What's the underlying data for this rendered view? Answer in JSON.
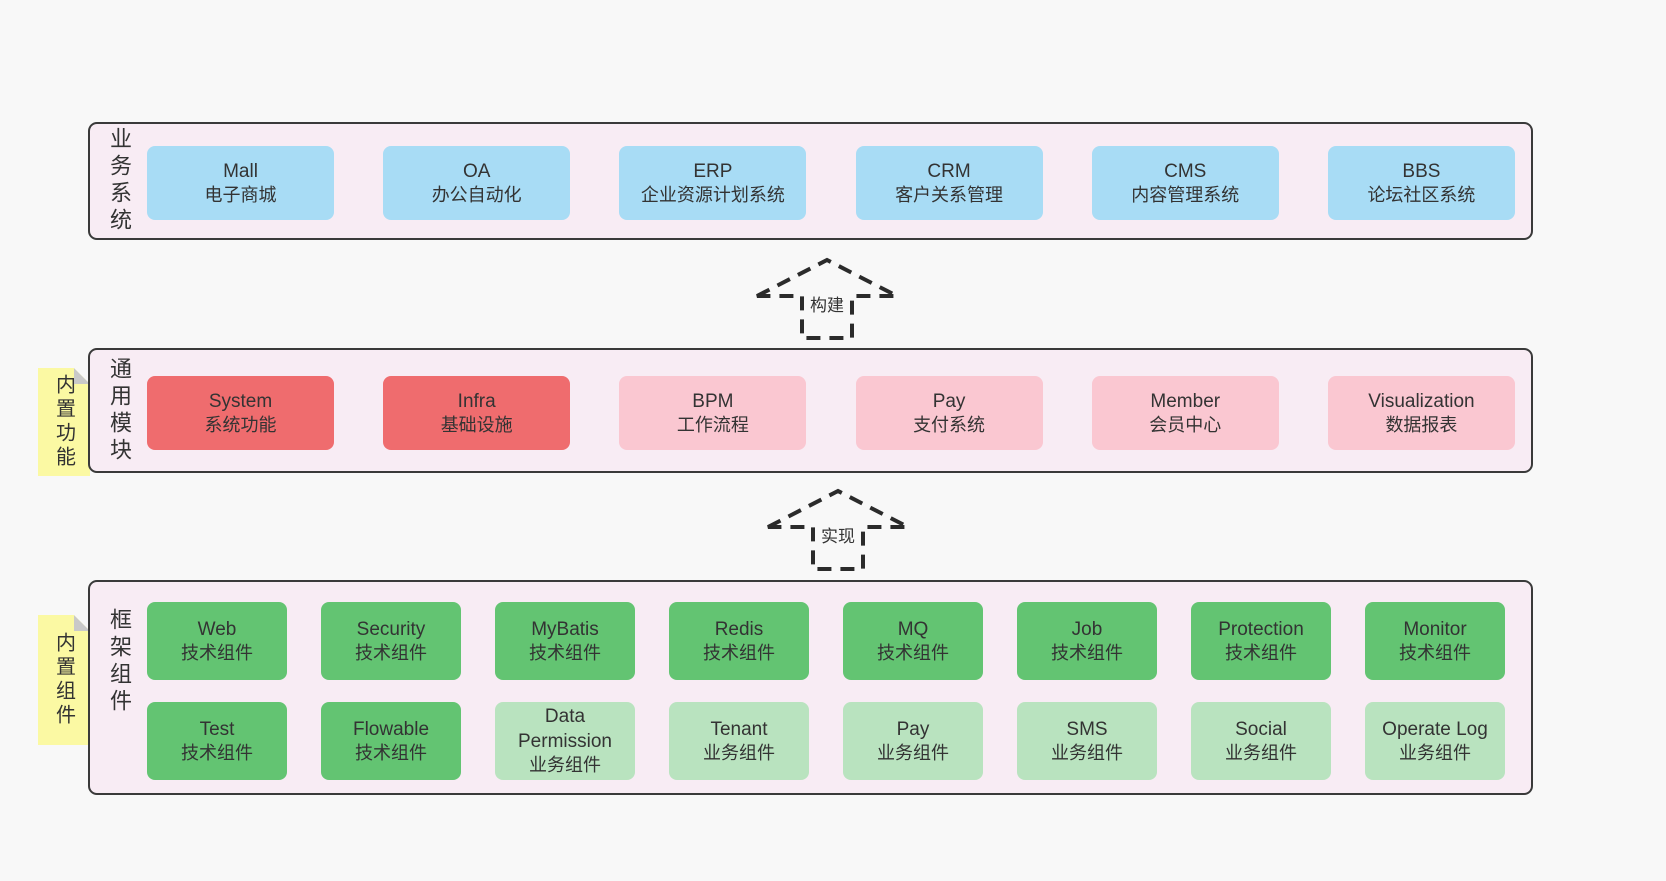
{
  "colors": {
    "page_bg": "#f8f8f8",
    "panel_bg": "#f8ecf4",
    "panel_border": "#3a3a3a",
    "blue": "#a8dcf5",
    "red": "#ef6c6e",
    "pink": "#fac7d1",
    "green": "#63c472",
    "light_green": "#b9e3bf",
    "yellow": "#fbf9a3",
    "fold": "#c9c9c9",
    "text": "#333333",
    "arrow": "#2b2b2b"
  },
  "sections": [
    {
      "label": "业务系统",
      "rows": [
        [
          {
            "title": "Mall",
            "subtitle": "电子商城"
          },
          {
            "title": "OA",
            "subtitle": "办公自动化"
          },
          {
            "title": "ERP",
            "subtitle": "企业资源计划系统"
          },
          {
            "title": "CRM",
            "subtitle": "客户关系管理"
          },
          {
            "title": "CMS",
            "subtitle": "内容管理系统"
          },
          {
            "title": "BBS",
            "subtitle": "论坛社区系统"
          }
        ]
      ]
    },
    {
      "label": "通用模块",
      "sticky": "内置功能",
      "rows": [
        [
          {
            "title": "System",
            "subtitle": "系统功能"
          },
          {
            "title": "Infra",
            "subtitle": "基础设施"
          },
          {
            "title": "BPM",
            "subtitle": "工作流程"
          },
          {
            "title": "Pay",
            "subtitle": "支付系统"
          },
          {
            "title": "Member",
            "subtitle": "会员中心"
          },
          {
            "title": "Visualization",
            "subtitle": "数据报表"
          }
        ]
      ]
    },
    {
      "label": "框架组件",
      "sticky": "内置组件",
      "rows": [
        [
          {
            "title": "Web",
            "subtitle": "技术组件"
          },
          {
            "title": "Security",
            "subtitle": "技术组件"
          },
          {
            "title": "MyBatis",
            "subtitle": "技术组件"
          },
          {
            "title": "Redis",
            "subtitle": "技术组件"
          },
          {
            "title": "MQ",
            "subtitle": "技术组件"
          },
          {
            "title": "Job",
            "subtitle": "技术组件"
          },
          {
            "title": "Protection",
            "subtitle": "技术组件"
          },
          {
            "title": "Monitor",
            "subtitle": "技术组件"
          }
        ],
        [
          {
            "title": "Test",
            "subtitle": "技术组件"
          },
          {
            "title": "Flowable",
            "subtitle": "技术组件"
          },
          {
            "title": "Data Permission",
            "subtitle": "业务组件"
          },
          {
            "title": "Tenant",
            "subtitle": "业务组件"
          },
          {
            "title": "Pay",
            "subtitle": "业务组件"
          },
          {
            "title": "SMS",
            "subtitle": "业务组件"
          },
          {
            "title": "Social",
            "subtitle": "业务组件"
          },
          {
            "title": "Operate Log",
            "subtitle": "业务组件"
          }
        ]
      ]
    }
  ],
  "arrows": [
    {
      "label": "构建"
    },
    {
      "label": "实现"
    }
  ]
}
